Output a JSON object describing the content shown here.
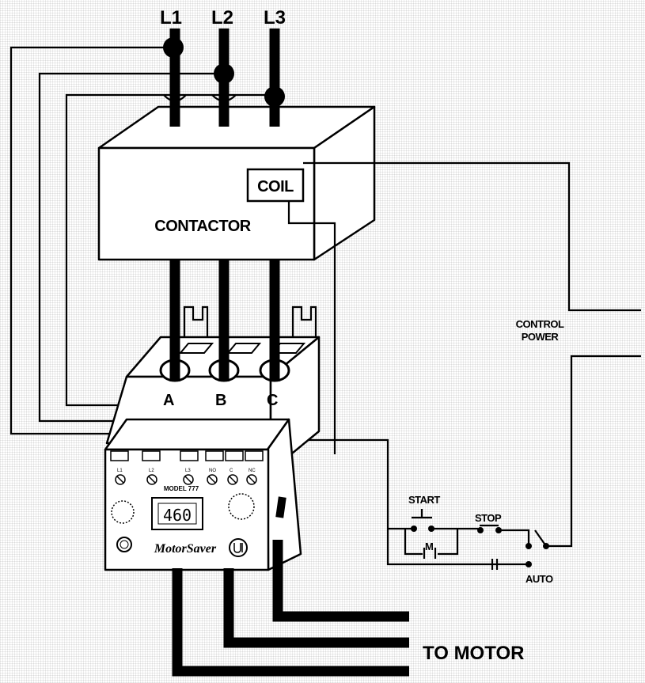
{
  "lines": {
    "l1": "L1",
    "l2": "L2",
    "l3": "L3"
  },
  "contactor": {
    "label": "CONTACTOR",
    "coil": "COIL"
  },
  "overload": {
    "terminal_a": "A",
    "terminal_b": "B",
    "terminal_c": "C"
  },
  "device": {
    "terminals": [
      "L1",
      "L2",
      "L3",
      "NO",
      "C",
      "NC"
    ],
    "model": "MODEL 777",
    "display_value": "460",
    "brand": "MotorSaver"
  },
  "control": {
    "power_line1": "CONTROL",
    "power_line2": "POWER",
    "start": "START",
    "stop": "STOP",
    "motor_contact": "M",
    "auto": "AUTO"
  },
  "output": {
    "to_motor": "TO MOTOR"
  }
}
